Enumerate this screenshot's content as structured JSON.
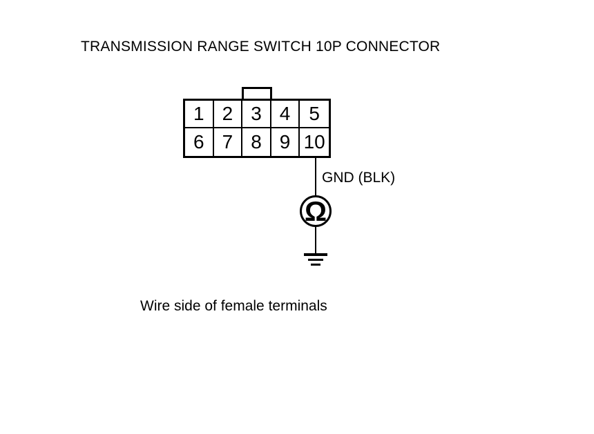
{
  "colors": {
    "background": "#ffffff",
    "line": "#000000",
    "text": "#000000"
  },
  "title": "TRANSMISSION RANGE SWITCH 10P CONNECTOR",
  "connector": {
    "cells": [
      "1",
      "2",
      "3",
      "4",
      "5",
      "6",
      "7",
      "8",
      "9",
      "10"
    ]
  },
  "wire": {
    "label": "GND (BLK)"
  },
  "meter": {
    "symbol": "Ω"
  },
  "caption": "Wire side of female terminals"
}
